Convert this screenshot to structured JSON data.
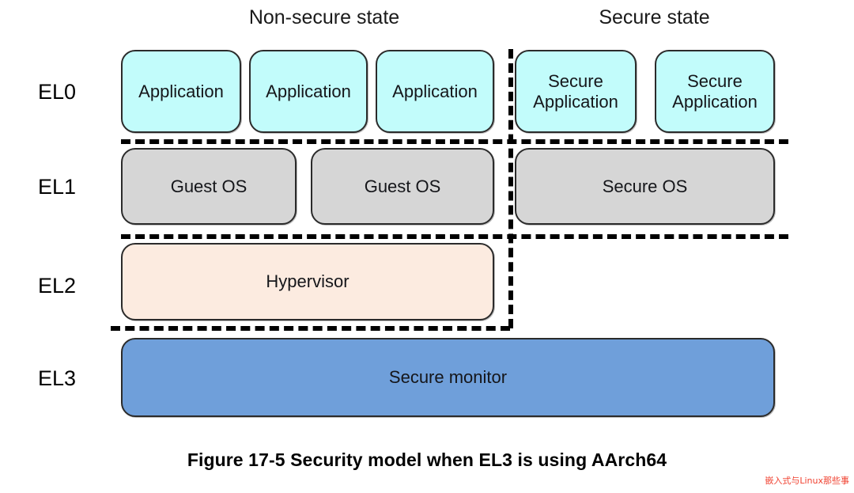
{
  "figure": {
    "caption": "Figure 17-5 Security model when EL3 is using AArch64",
    "watermark": "嵌入式与Linux那些事"
  },
  "columns": {
    "non_secure_label": "Non-secure state",
    "secure_label": "Secure state"
  },
  "exception_levels": [
    {
      "id": "EL0",
      "label": "EL0"
    },
    {
      "id": "EL1",
      "label": "EL1"
    },
    {
      "id": "EL2",
      "label": "EL2"
    },
    {
      "id": "EL3",
      "label": "EL3"
    }
  ],
  "blocks": {
    "el0": {
      "non_secure": [
        {
          "label": "Application"
        },
        {
          "label": "Application"
        },
        {
          "label": "Application"
        }
      ],
      "secure": [
        {
          "label": "Secure\nApplication"
        },
        {
          "label": "Secure\nApplication"
        }
      ]
    },
    "el1": {
      "non_secure": [
        {
          "label": "Guest OS"
        },
        {
          "label": "Guest OS"
        }
      ],
      "secure": [
        {
          "label": "Secure OS"
        }
      ]
    },
    "el2": {
      "non_secure": [
        {
          "label": "Hypervisor"
        }
      ],
      "secure": []
    },
    "el3": {
      "spanning": [
        {
          "label": "Secure monitor"
        }
      ]
    }
  },
  "colors": {
    "application_fill": "#c2fcfb",
    "os_fill": "#d6d6d6",
    "hypervisor_fill": "#fcebe0",
    "secure_monitor_fill": "#6f9fda",
    "outline": "#2b2b2b",
    "divider": "#000000",
    "watermark": "#f0402f"
  }
}
